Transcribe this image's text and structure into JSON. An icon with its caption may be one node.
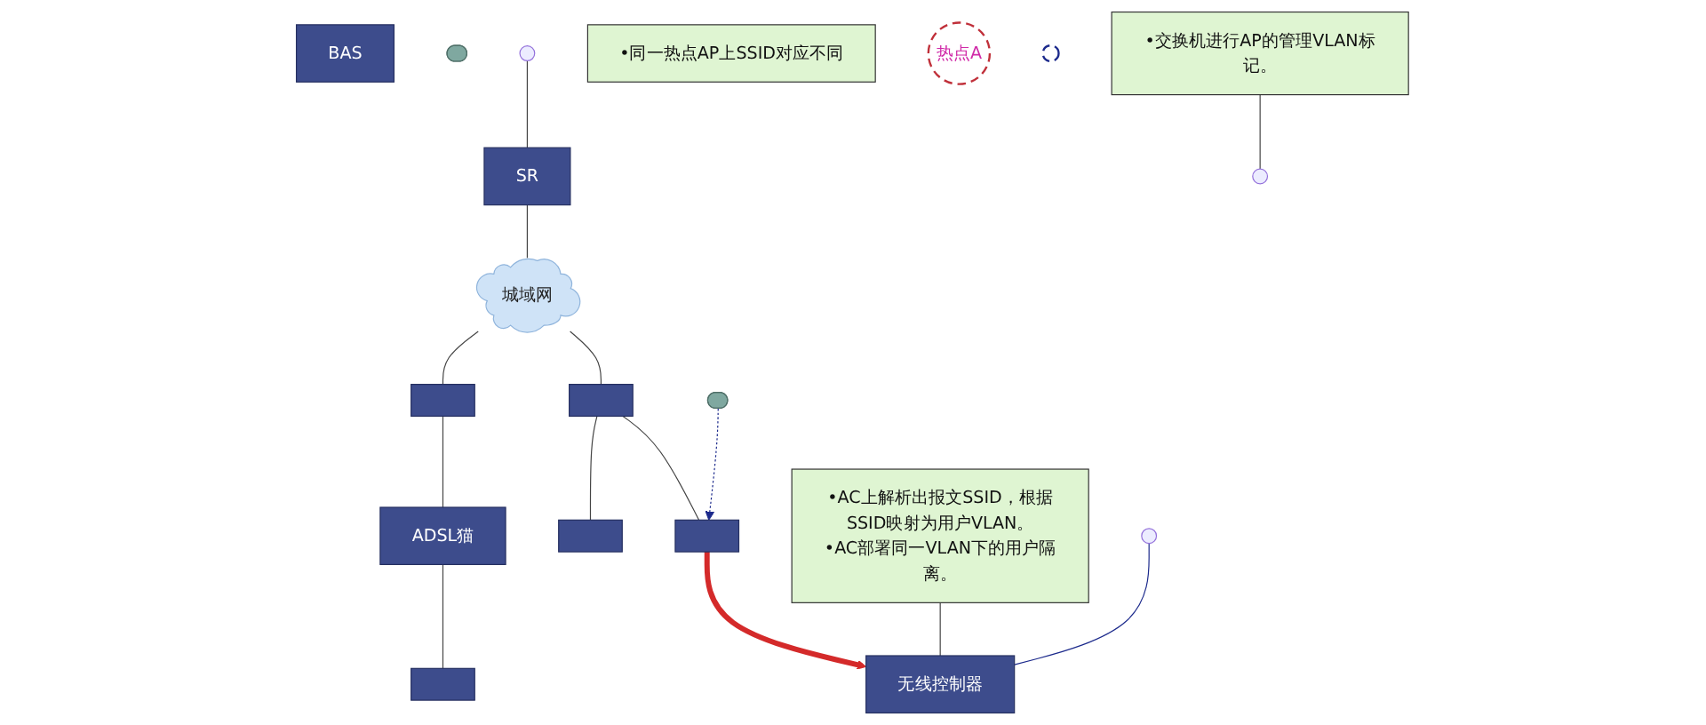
{
  "diagram": {
    "nodes": [
      {
        "text": [
          "SR"
        ]
      },
      {
        "text": [
          "BAS"
        ]
      },
      {
        "text": [
          "无线控制器"
        ]
      },
      {
        "text": [
          "城域网"
        ]
      },
      {
        "text": [],
        "shape": "box"
      },
      {
        "text": [],
        "shape": "box"
      },
      {
        "text": [
          "ADSL猫"
        ]
      },
      {
        "text": [],
        "shape": "box"
      },
      {
        "text": [],
        "shape": "box"
      },
      {
        "text": [],
        "shape": "box"
      },
      {
        "text": [],
        "shape": "person"
      },
      {
        "text": [],
        "shape": "person"
      },
      {
        "text": [
          "•AC上解析出报文SSID，根据SSID映射为用户VLAN。",
          "•AC部署同一VLAN下的用户隔离。"
        ]
      },
      {
        "text": [
          "•交换机进行AP的管理VLAN标记。"
        ]
      },
      {
        "text": [
          "•同一热点AP上SSID对应不同"
        ]
      },
      {
        "text": [
          "热点A"
        ]
      },
      {
        "text": [],
        "shape": "circle"
      }
    ],
    "edges": [
      {
        "from": 0,
        "to": 3,
        "arrow": "none"
      },
      {
        "from": null,
        "to": 0,
        "arrow": "none"
      },
      {
        "from": null,
        "to": 2,
        "arrow": "none",
        "color": "#1c2a8c"
      },
      {
        "from": 7,
        "to": 2,
        "arrow": "to",
        "style": "thick",
        "color": "#d42a2a"
      },
      {
        "from": 3,
        "to": 4,
        "arrow": "none"
      },
      {
        "from": 3,
        "to": 5,
        "arrow": "none"
      },
      {
        "from": 5,
        "to": 6,
        "arrow": "none"
      },
      {
        "from": 6,
        "to": 9,
        "arrow": "none"
      },
      {
        "from": 4,
        "to": 7,
        "arrow": "none"
      },
      {
        "from": 4,
        "to": 8,
        "arrow": "none"
      },
      {
        "from": 10,
        "to": 7,
        "arrow": "to",
        "style": "dashed",
        "color": "#1c2a8c"
      },
      {
        "from": 12,
        "to": 2,
        "arrow": "none"
      },
      {
        "from": 13,
        "to": null,
        "arrow": "none"
      }
    ]
  }
}
